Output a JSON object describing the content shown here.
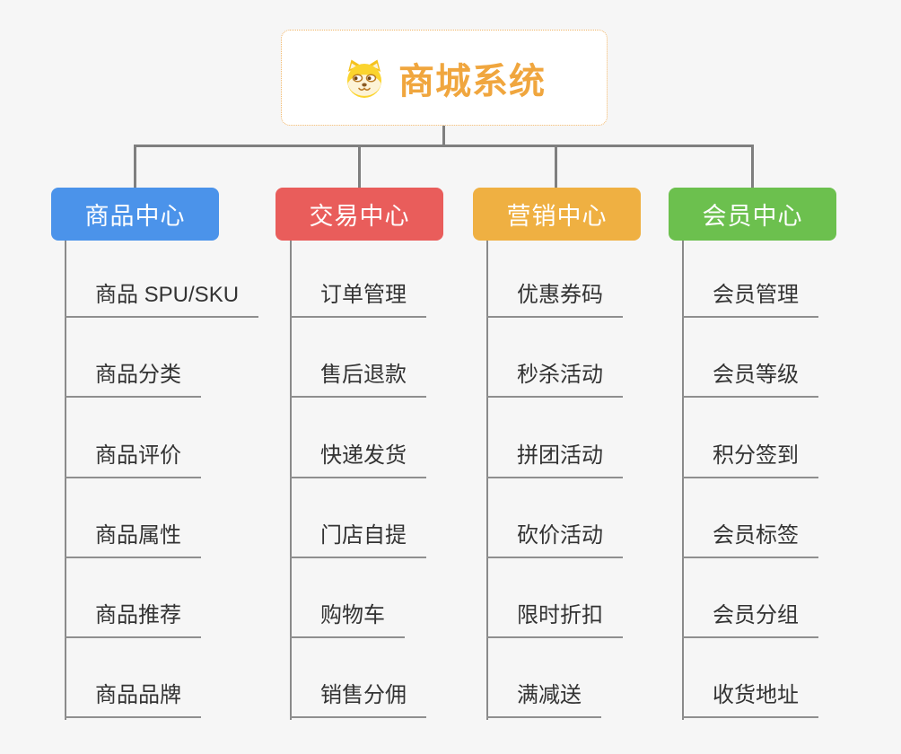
{
  "page": {
    "background": "#f6f6f6",
    "connector_color": "#7f7f7f"
  },
  "root": {
    "title": "商城系统",
    "icon": "dog-icon",
    "text_color": "#f0a63e",
    "border_color": "#f1b566"
  },
  "branches": [
    {
      "label": "商品中心",
      "color": "#4b93ea",
      "items": [
        "商品 SPU/SKU",
        "商品分类",
        "商品评价",
        "商品属性",
        "商品推荐",
        "商品品牌"
      ]
    },
    {
      "label": "交易中心",
      "color": "#e95d5b",
      "items": [
        "订单管理",
        "售后退款",
        "快递发货",
        "门店自提",
        "购物车",
        "销售分佣"
      ]
    },
    {
      "label": "营销中心",
      "color": "#efb042",
      "items": [
        "优惠券码",
        "秒杀活动",
        "拼团活动",
        "砍价活动",
        "限时折扣",
        "满减送"
      ]
    },
    {
      "label": "会员中心",
      "color": "#6cc04e",
      "items": [
        "会员管理",
        "会员等级",
        "积分签到",
        "会员标签",
        "会员分组",
        "收货地址"
      ]
    }
  ]
}
